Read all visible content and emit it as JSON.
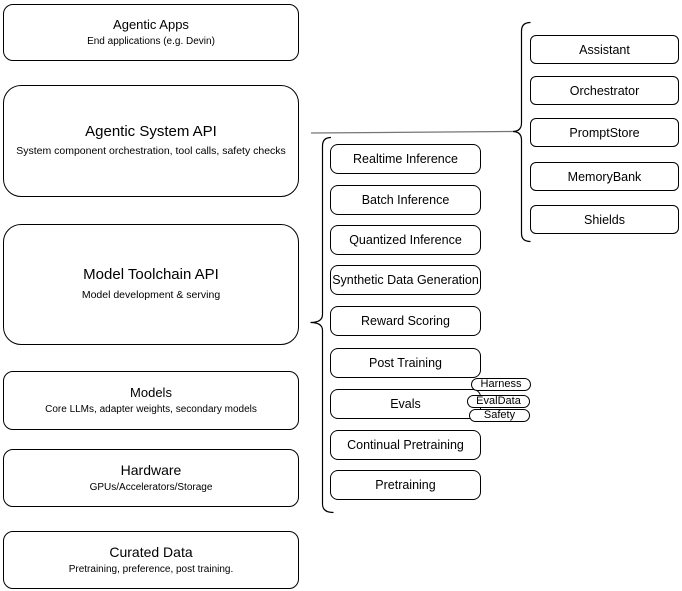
{
  "colors": {
    "background": "#ffffff",
    "node_border": "#000000",
    "text": "#000000",
    "connector_line": "#757575"
  },
  "left_column": {
    "boxes": [
      {
        "title": "Agentic Apps",
        "subtitle": "End applications (e.g. Devin)"
      },
      {
        "title": "Agentic System API",
        "subtitle": "System component orchestration, tool calls, safety checks"
      },
      {
        "title": "Model Toolchain API",
        "subtitle": "Model development & serving"
      },
      {
        "title": "Models",
        "subtitle": "Core LLMs, adapter weights, secondary models"
      },
      {
        "title": "Hardware",
        "subtitle": "GPUs/Accelerators/Storage"
      },
      {
        "title": "Curated Data",
        "subtitle": "Pretraining, preference, post training."
      }
    ]
  },
  "middle_column": {
    "boxes": [
      {
        "label": "Realtime Inference"
      },
      {
        "label": "Batch Inference"
      },
      {
        "label": "Quantized Inference"
      },
      {
        "label": "Synthetic Data Generation"
      },
      {
        "label": "Reward Scoring"
      },
      {
        "label": "Post Training"
      },
      {
        "label": "Evals"
      },
      {
        "label": "Continual Pretraining"
      },
      {
        "label": "Pretraining"
      }
    ]
  },
  "right_column": {
    "boxes": [
      {
        "label": "Assistant"
      },
      {
        "label": "Orchestrator"
      },
      {
        "label": "PromptStore"
      },
      {
        "label": "MemoryBank"
      },
      {
        "label": "Shields"
      }
    ]
  },
  "eval_tags": {
    "pills": [
      {
        "label": "Harness"
      },
      {
        "label": "EvalData"
      },
      {
        "label": "Safety"
      }
    ]
  }
}
